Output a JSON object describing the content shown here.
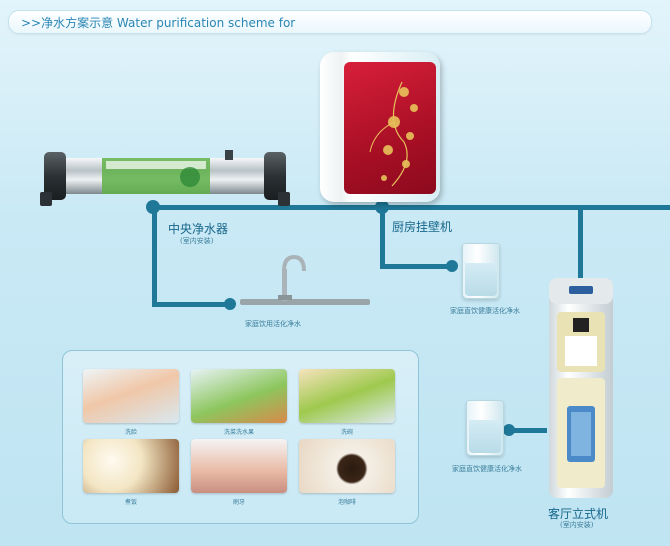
{
  "header": {
    "title": ">>净水方案示意  Water purification scheme for"
  },
  "central_filter": {
    "name": "中央净水器",
    "note": "(室内安装)",
    "faucet_label": "家庭饮用活化净水"
  },
  "kitchen_unit": {
    "name": "厨房挂壁机",
    "output_label": "家庭直饮健康活化净水"
  },
  "living_room_unit": {
    "name": "客厅立式机",
    "note": "(室内安装)",
    "output_label": "家庭直饮健康活化净水"
  },
  "gallery": [
    {
      "label": "洗脸"
    },
    {
      "label": "洗菜洗水果"
    },
    {
      "label": "洗碗"
    },
    {
      "label": "煮饭"
    },
    {
      "label": "刷牙"
    },
    {
      "label": "泡咖啡"
    }
  ],
  "colors": {
    "pipe": "#1f7898",
    "title_text": "#2a86b5",
    "wall_unit_red": "#c8142f",
    "background": "#c9e9f5"
  }
}
